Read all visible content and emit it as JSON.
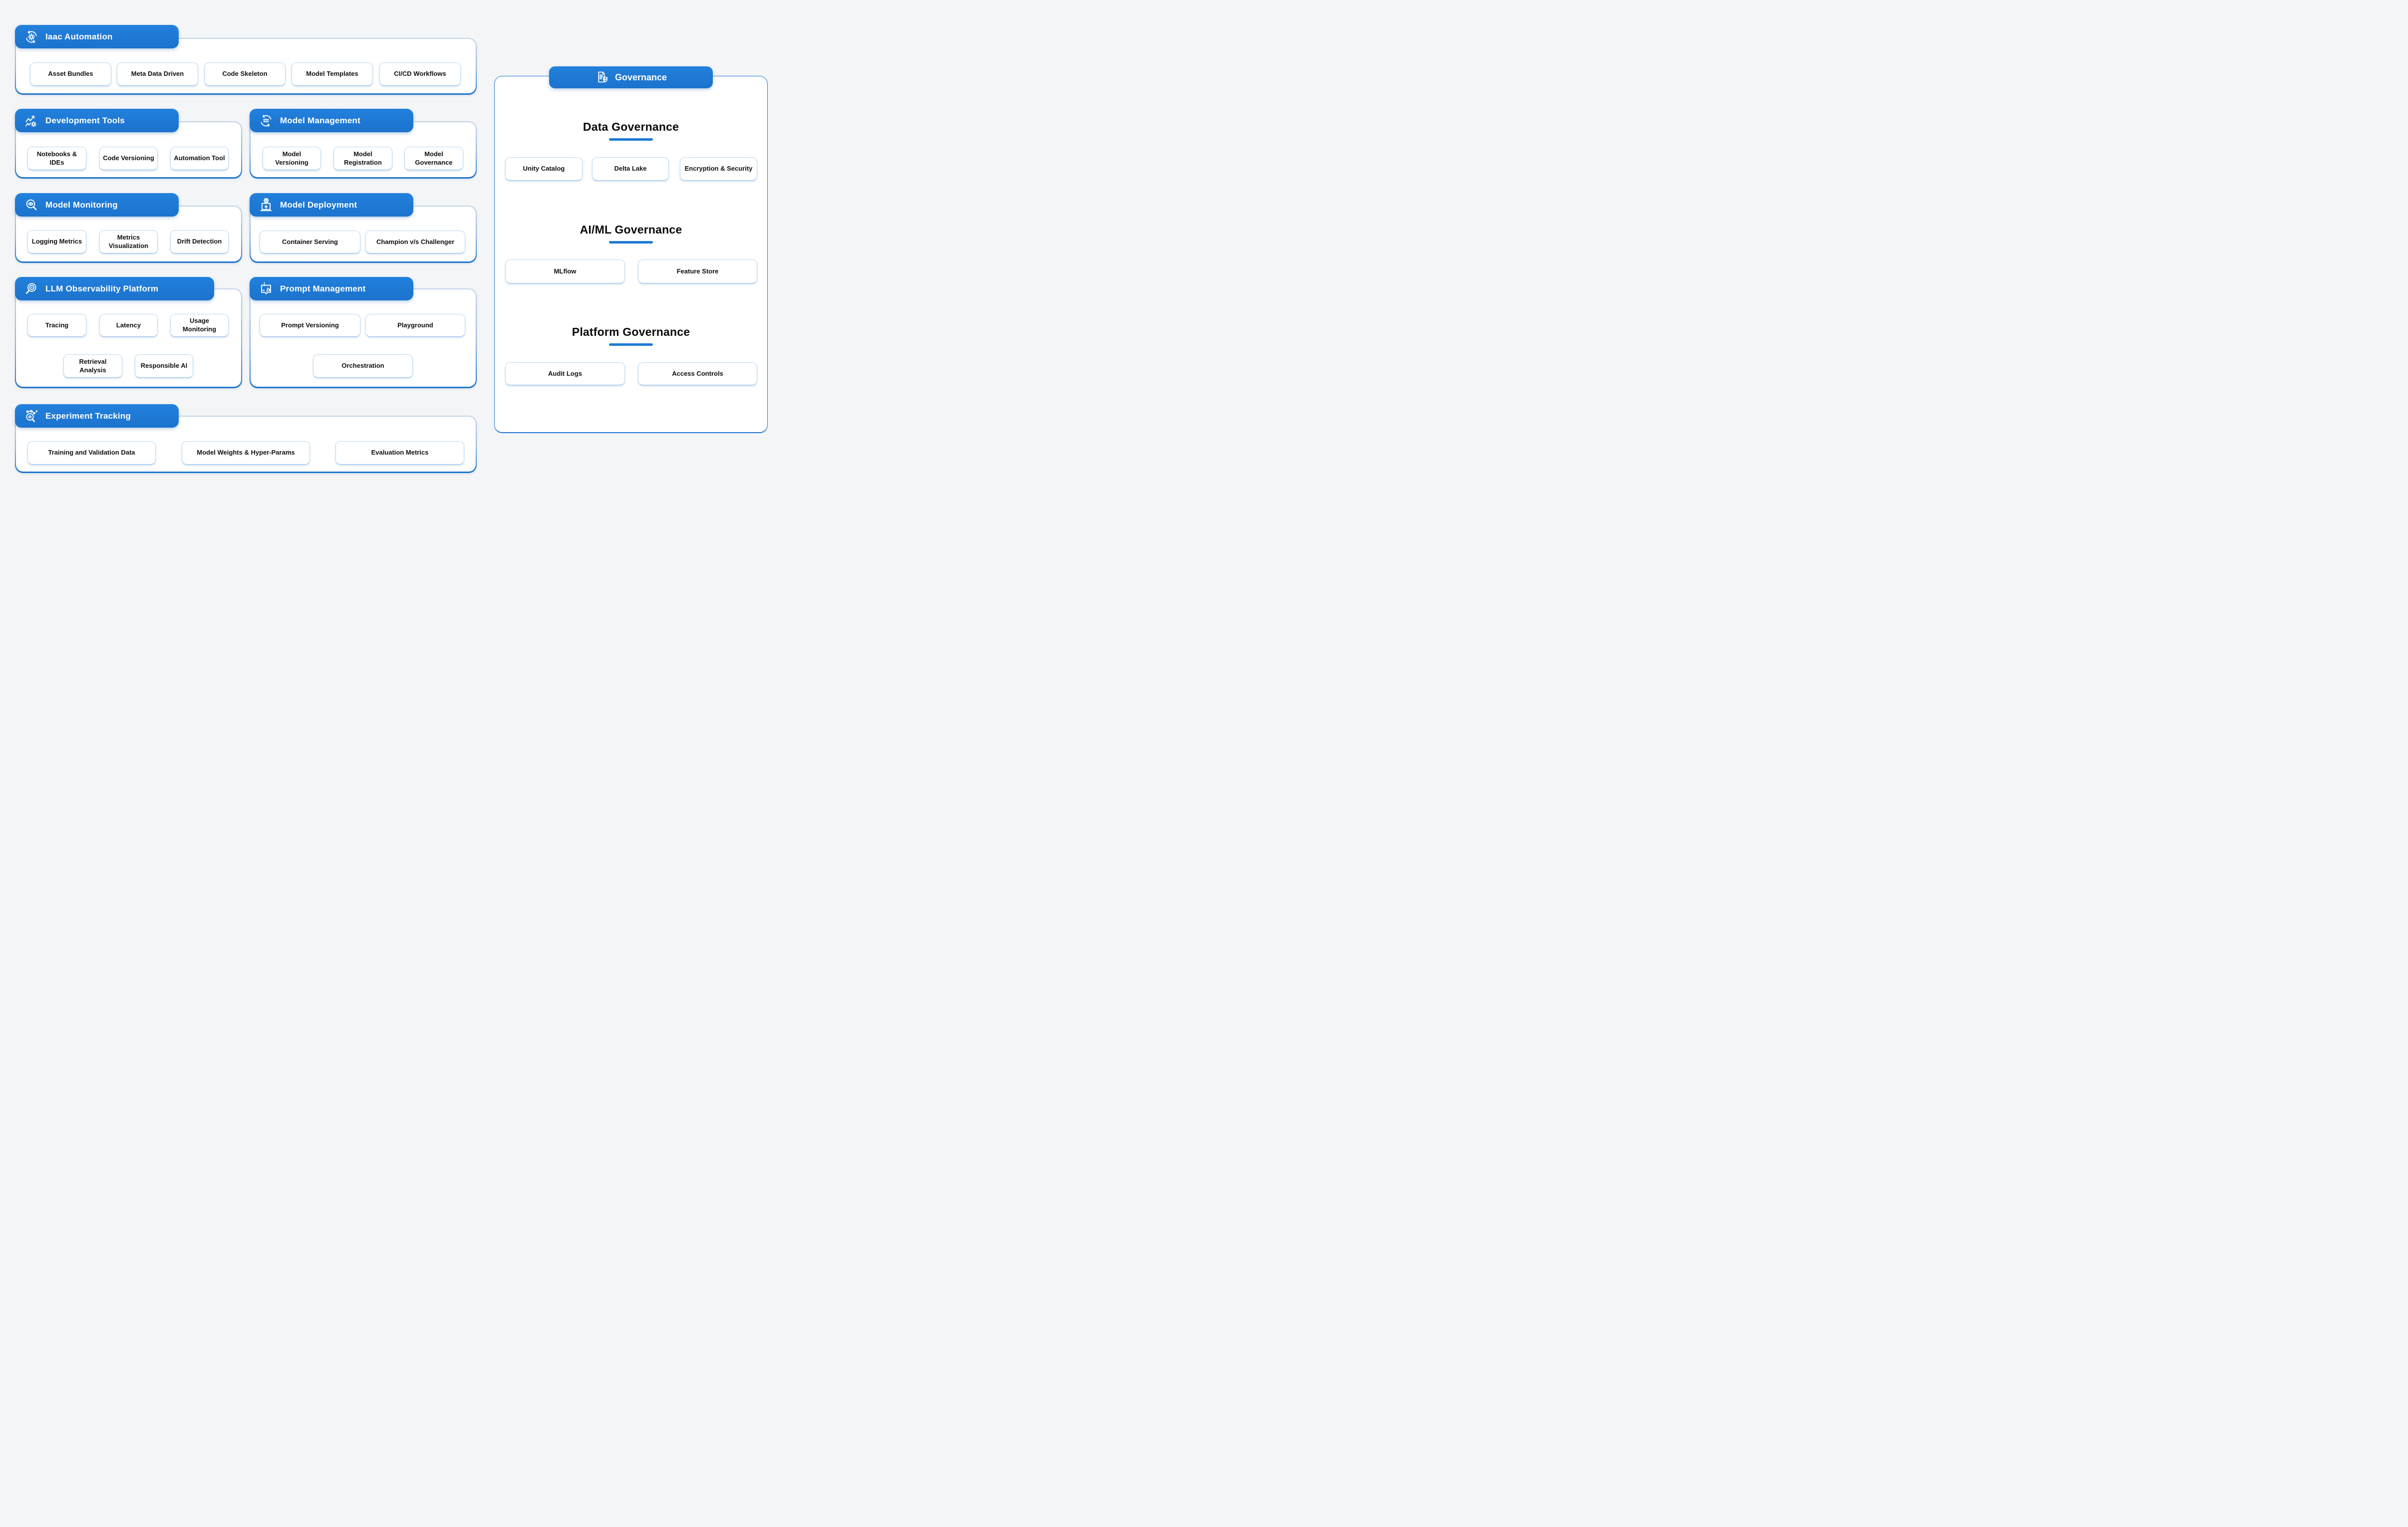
{
  "colors": {
    "accent_blue": "#1e7ad4",
    "container_border_bottom": "#1e74cc",
    "box_border": "#bcdaf4",
    "background": "#f4f5f6",
    "underline": "#1e7ad4"
  },
  "sections": [
    {
      "title": "Iaac Automation",
      "icon": "gear-sync-icon",
      "items": [
        "Asset Bundles",
        "Meta Data Driven",
        "Code Skeleton",
        "Model Templates",
        "CI/CD Workflows"
      ]
    },
    {
      "title": "Development Tools",
      "icon": "growth-chart-gear-icon",
      "items": [
        "Notebooks & IDEs",
        "Code Versioning",
        "Automation Tool"
      ]
    },
    {
      "title": "Model Management",
      "icon": "team-sync-icon",
      "items": [
        "Model Versioning",
        "Model Registration",
        "Model Governance"
      ]
    },
    {
      "title": "Model Monitoring",
      "icon": "eye-magnifier-icon",
      "items": [
        "Logging Metrics",
        "Metrics Visualization",
        "Drift Detection"
      ]
    },
    {
      "title": "Model Deployment",
      "icon": "laptop-upload-globe-icon",
      "items": [
        "Container Serving",
        "Champion v/s Challenger"
      ]
    },
    {
      "title": "LLM Observability Platform",
      "icon": "target-magnifier-icon",
      "items": [
        "Tracing",
        "Latency",
        "Usage Monitoring",
        "Retrieval Analysis",
        "Responsible AI"
      ]
    },
    {
      "title": "Prompt Management",
      "icon": "prompt-code-bubble-icon",
      "items": [
        "Prompt Versioning",
        "Playground",
        "Orchestration"
      ]
    },
    {
      "title": "Experiment Tracking",
      "icon": "molecule-magnifier-icon",
      "items": [
        "Training and Validation Data",
        "Model Weights & Hyper-Params",
        "Evaluation Metrics"
      ]
    }
  ],
  "governance": {
    "title": "Governance",
    "icon": "document-shield-icon",
    "groups": [
      {
        "title": "Data Governance",
        "items": [
          "Unity Catalog",
          "Delta Lake",
          "Encryption & Security"
        ]
      },
      {
        "title": "AI/ML Governance",
        "items": [
          "MLflow",
          "Feature Store"
        ]
      },
      {
        "title": "Platform Governance",
        "items": [
          "Audit Logs",
          "Access Controls"
        ]
      }
    ]
  }
}
